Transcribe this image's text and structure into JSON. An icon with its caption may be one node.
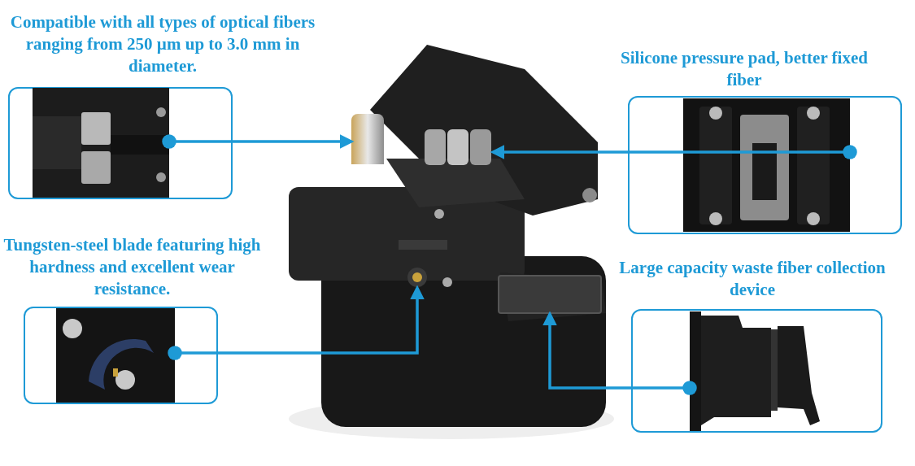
{
  "diagram": {
    "nodes": [
      {
        "text": [
          "Compatible with all types of optical fibers ranging from 250 µm up to 3.0 mm in diameter."
        ]
      },
      {
        "text": [],
        "shape": "picture",
        "in": 0
      },
      {
        "text": [
          "Tungsten-steel blade featuring high hardness and excellent wear resistance."
        ]
      },
      {
        "text": [],
        "shape": "picture",
        "in": 2
      },
      {
        "text": [],
        "shape": "picture"
      },
      {
        "text": [],
        "shape": "picture",
        "in": 4
      },
      {
        "text": [],
        "shape": "picture",
        "in": 4
      },
      {
        "text": [],
        "shape": "picture",
        "in": 4
      },
      {
        "text": [],
        "shape": "box",
        "in": 4
      },
      {
        "text": [
          "Silicone pressure pad, better fixed fiber"
        ]
      },
      {
        "text": [],
        "shape": "picture",
        "in": 9
      },
      {
        "text": [
          "Large capacity waste fiber collection device"
        ]
      },
      {
        "text": [],
        "shape": "picture",
        "in": 11
      }
    ],
    "edges": [
      {
        "from": 1,
        "to": 5,
        "arrow": "to"
      },
      {
        "from": 10,
        "to": 6,
        "arrow": "to"
      },
      {
        "from": 3,
        "to": 7,
        "arrow": "to"
      },
      {
        "from": 12,
        "to": 8,
        "arrow": "to"
      }
    ]
  }
}
